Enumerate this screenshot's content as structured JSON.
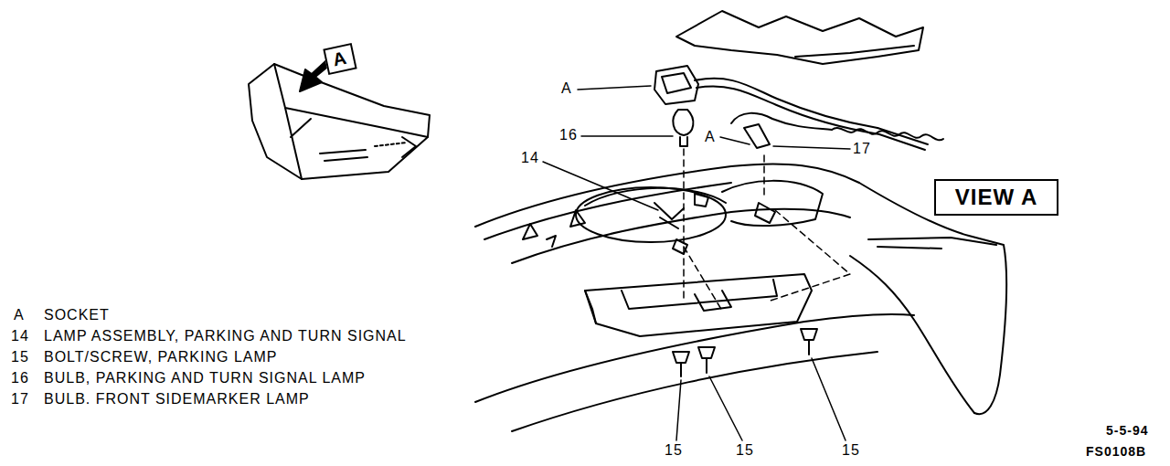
{
  "diagram": {
    "nodes": [
      {
        "text": [
          "A"
        ]
      },
      {
        "text": [
          "VIEW A"
        ]
      }
    ],
    "labels": [
      "A",
      "16",
      "14",
      "A",
      "17",
      "15",
      "15",
      "15",
      "A",
      "SOCKET",
      "14",
      "LAMP ASSEMBLY, PARKING AND TURN SIGNAL",
      "15",
      "BOLT/SCREW, PARKING LAMP",
      "16",
      "BULB, PARKING AND TURN SIGNAL LAMP",
      "17",
      "BULB. FRONT SIDEMARKER LAMP",
      "5-5-94",
      "FS0108B"
    ]
  }
}
